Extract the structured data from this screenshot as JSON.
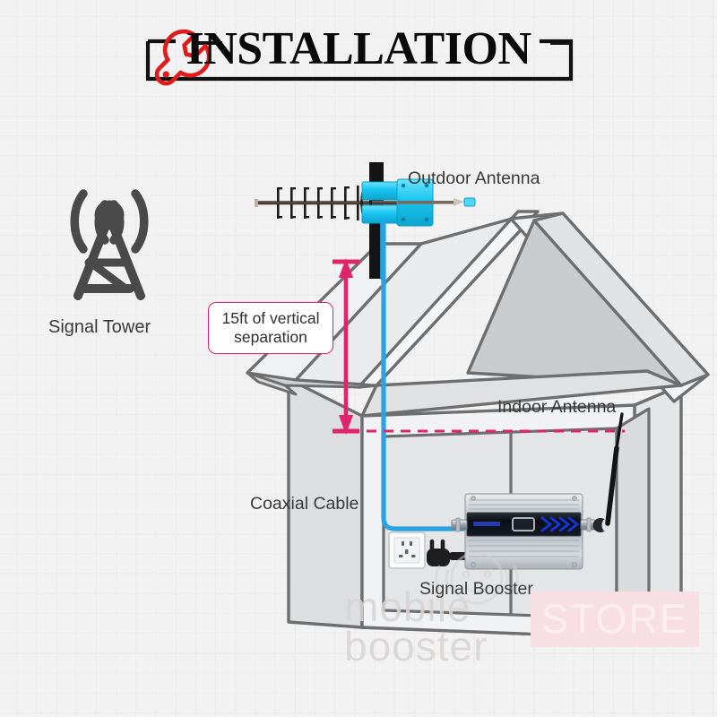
{
  "header": {
    "title": "INSTALLATION",
    "wrench_icon": "wrench-icon"
  },
  "labels": {
    "signal_tower": "Signal Tower",
    "outdoor_antenna": "Outdoor Antenna",
    "indoor_antenna": "Indoor Antenna",
    "coaxial_cable": "Coaxial Cable",
    "signal_booster": "Signal Booster"
  },
  "callout": {
    "line1": "15ft of vertical",
    "line2": "separation",
    "full_text": "15ft of vertical separation",
    "value": "15ft"
  },
  "watermark": {
    "line1": "mobile",
    "line2": "booster",
    "badge": "STORE"
  },
  "colors": {
    "background": "#f2f2f2",
    "grid_line": "#e2e2e2",
    "accent_pink": "#e0246c",
    "cable_blue": "#29a3e3",
    "antenna_cyan": "#2ad2f5",
    "icon_gray": "#4a4a4a",
    "outline_gray": "#6e6e6e",
    "wrench_red": "#e01b1b",
    "booster_silver": "#c8ccd0",
    "panel_dark": "#10131a",
    "led_blue": "#1533d8"
  },
  "diagram": {
    "type": "installation-schematic",
    "components": [
      "signal-tower",
      "outdoor-yagi-antenna",
      "mounting-pole",
      "coaxial-cable",
      "signal-booster",
      "indoor-whip-antenna",
      "wall-outlet",
      "power-plug",
      "house-cutaway"
    ]
  }
}
